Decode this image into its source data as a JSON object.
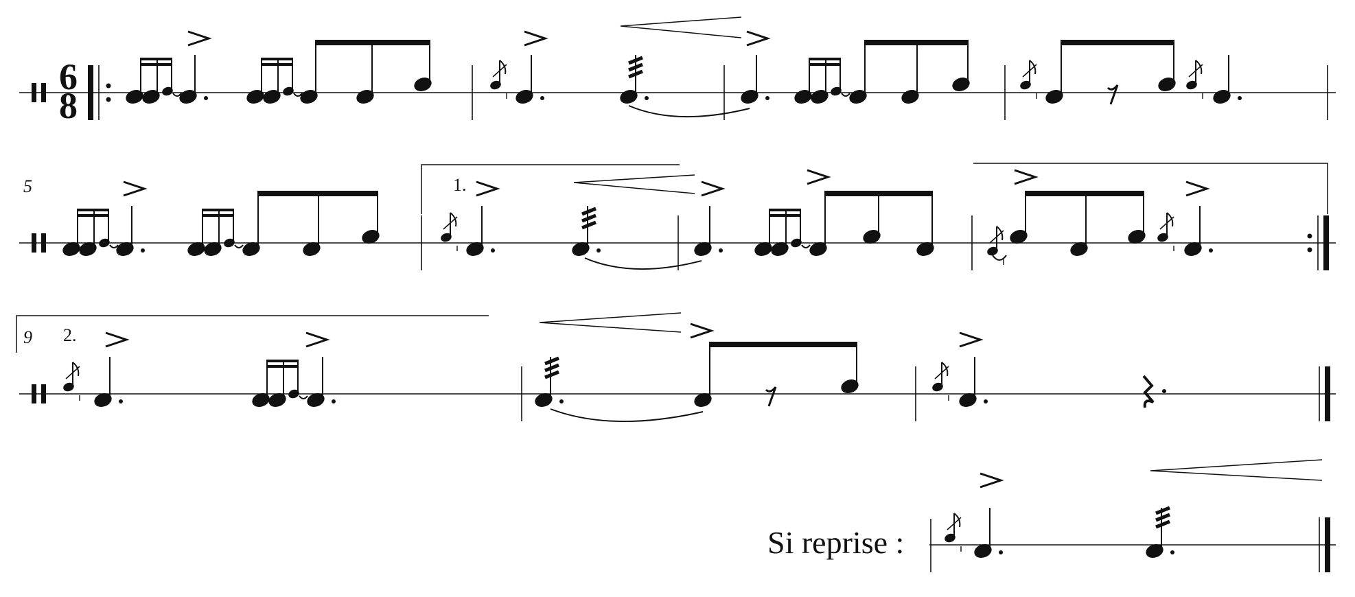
{
  "score": {
    "time_signature": {
      "top": "6",
      "bottom": "8"
    },
    "systems": [
      {
        "measure_number": ""
      },
      {
        "measure_number": "5"
      },
      {
        "measure_number": "9"
      }
    ],
    "voltas": [
      {
        "label": "1."
      },
      {
        "label": "2."
      }
    ],
    "reprise": {
      "label": "Si reprise :"
    }
  },
  "colors": {
    "ink": "#111111",
    "background": "#ffffff"
  }
}
